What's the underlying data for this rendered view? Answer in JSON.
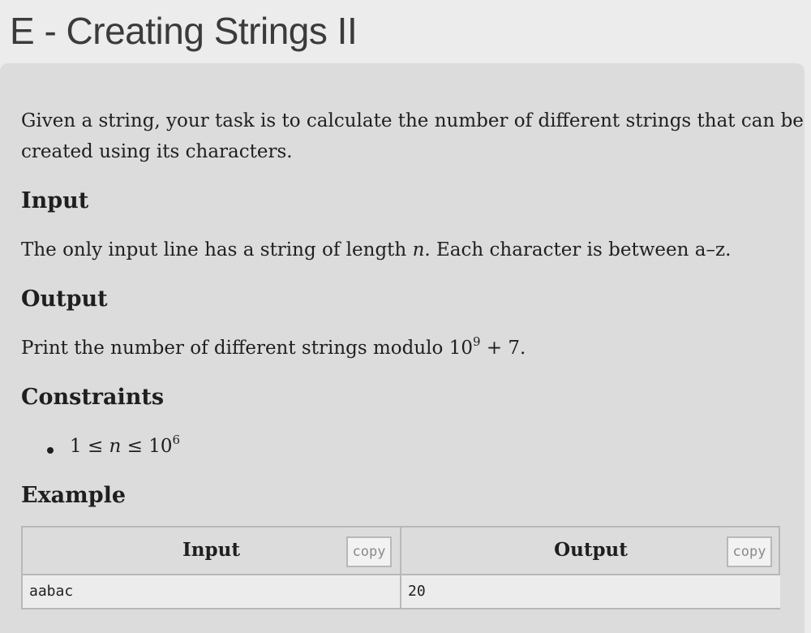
{
  "page": {
    "title": "E - Creating Strings II"
  },
  "statement": {
    "intro_line1": "Given a string, your task is to calculate the number of different strings that can be",
    "intro_line2": "created using its characters.",
    "input_heading": "Input",
    "input_text_before": "The only input line has a string of length ",
    "input_var": "n",
    "input_text_after": ". Each character is between a–z.",
    "output_heading": "Output",
    "output_text_before": "Print the number of different strings modulo ",
    "output_base": "10",
    "output_exp": "9",
    "output_tail": " + 7.",
    "constraints_heading": "Constraints",
    "constraint_left": "1 ≤ ",
    "constraint_var": "n",
    "constraint_right": " ≤ 10",
    "constraint_exp": "6",
    "example_heading": "Example"
  },
  "example": {
    "input_header": "Input",
    "output_header": "Output",
    "copy_label": "copy",
    "input_value": "aabac",
    "output_value": "20"
  }
}
